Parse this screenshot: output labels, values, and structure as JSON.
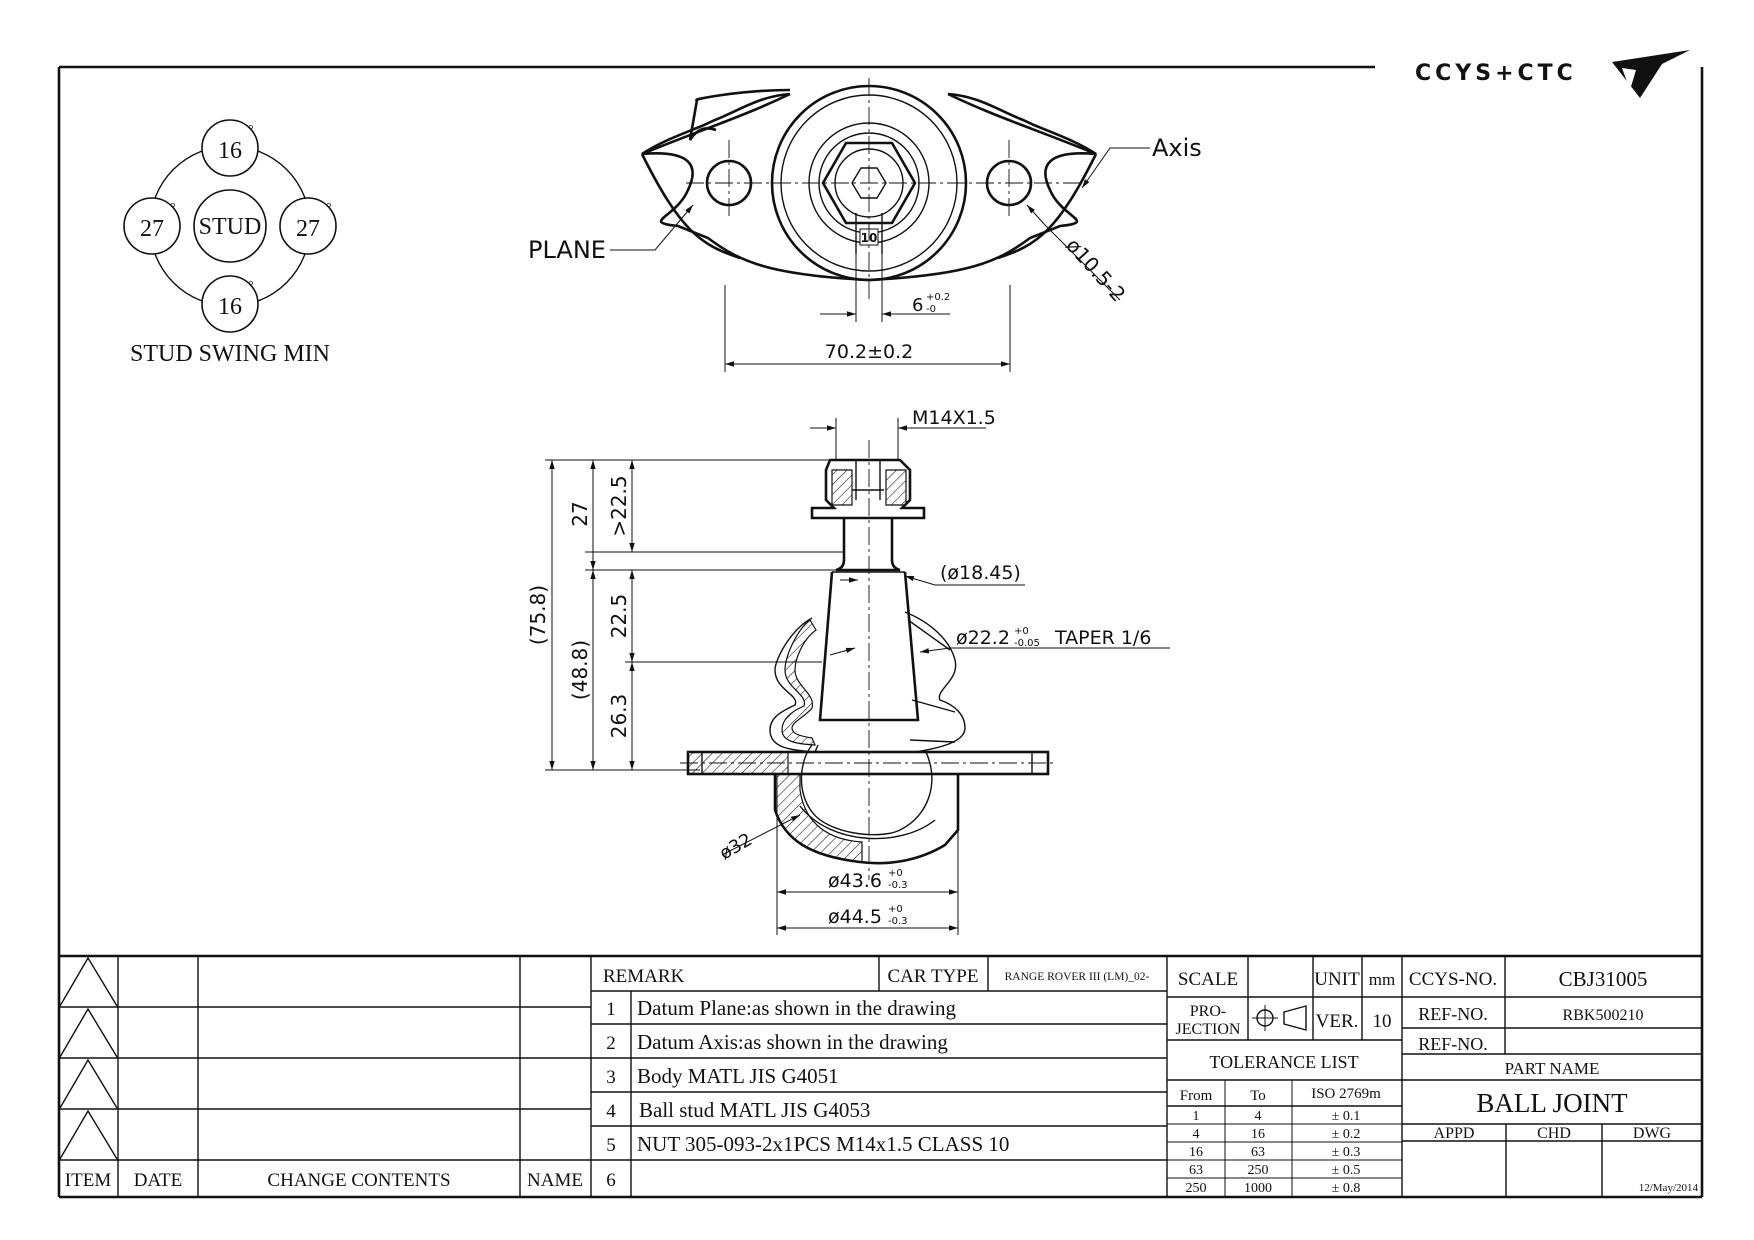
{
  "logo": {
    "text": "CCYS+CTC"
  },
  "swing": {
    "top": "16",
    "bottom": "16",
    "left": "27",
    "right": "27",
    "degree": "°",
    "center": "STUD",
    "caption": "STUD SWING MIN"
  },
  "top_view": {
    "plane_label": "PLANE",
    "axis_label": "Axis",
    "hole_dim": "ø10.5-2",
    "hex_size": "10",
    "slot_dim": "6",
    "slot_tol_plus": "+0.2",
    "slot_tol_minus": "-0",
    "width_dim": "70.2±0.2"
  },
  "side_view": {
    "thread": "M14X1.5",
    "overall": "(75.8)",
    "nut_height": "27",
    "thread_len": ">22.5",
    "neck_dia": "(ø18.45)",
    "lower_height": "(48.8)",
    "taper_len": "22.5",
    "body_len": "26.3",
    "taper_dia": "ø22.2",
    "taper_tol_plus": "+0",
    "taper_tol_minus": "-0.05",
    "taper_text": "TAPER 1/6",
    "ball_dia": "ø32",
    "body_dia1": "ø43.6",
    "body_dia1_tol_plus": "+0",
    "body_dia1_tol_minus": "-0.3",
    "body_dia2": "ø44.5",
    "body_dia2_tol_plus": "+0",
    "body_dia2_tol_minus": "-0.3"
  },
  "revision": {
    "headers": [
      "ITEM",
      "DATE",
      "CHANGE CONTENTS",
      "NAME"
    ]
  },
  "remarks": {
    "header": "REMARK",
    "car_type_label": "CAR TYPE",
    "car_type": "RANGE ROVER III (LM)_02-",
    "items": [
      {
        "no": "1",
        "text": "Datum Plane:as shown in the drawing"
      },
      {
        "no": "2",
        "text": "Datum Axis:as shown in the drawing"
      },
      {
        "no": "3",
        "text": "Body MATL JIS G4051"
      },
      {
        "no": "4",
        "text": "Ball stud MATL JIS G4053"
      },
      {
        "no": "5",
        "text": "NUT 305-093-2x1PCS M14x1.5 CLASS 10"
      },
      {
        "no": "6",
        "text": ""
      }
    ]
  },
  "spec": {
    "scale_label": "SCALE",
    "unit_label": "UNIT",
    "unit": "mm",
    "projection_label_1": "PRO-",
    "projection_label_2": "JECTION",
    "ver_label": "VER.",
    "ver": "10",
    "tolerance_title": "TOLERANCE LIST",
    "tol_headers": [
      "From",
      "To",
      "ISO 2769m"
    ],
    "tol_rows": [
      [
        "1",
        "4",
        "± 0.1"
      ],
      [
        "4",
        "16",
        "± 0.2"
      ],
      [
        "16",
        "63",
        "± 0.3"
      ],
      [
        "63",
        "250",
        "± 0.5"
      ],
      [
        "250",
        "1000",
        "± 0.8"
      ]
    ]
  },
  "title_block": {
    "ccys_label": "CCYS-NO.",
    "ccys_no": "CBJ31005",
    "ref_label_1": "REF-NO.",
    "ref_no_1": "RBK500210",
    "ref_label_2": "REF-NO.",
    "ref_no_2": "",
    "part_name_label": "PART NAME",
    "part_name": "BALL JOINT",
    "appd": "APPD",
    "chd": "CHD",
    "dwg": "DWG",
    "date": "12/May/2014"
  }
}
